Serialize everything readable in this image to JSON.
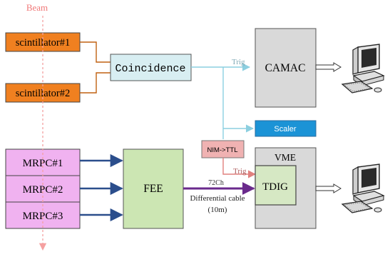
{
  "beam": {
    "label": "Beam"
  },
  "scintillators": [
    {
      "label": "scintillator#1"
    },
    {
      "label": "scintillator#2"
    }
  ],
  "coincidence": {
    "label": "Coincidence"
  },
  "camac": {
    "label": "CAMAC"
  },
  "scaler": {
    "label": "Scaler"
  },
  "nim_ttl": {
    "label": "NIM->TTL"
  },
  "vme": {
    "label": "VME"
  },
  "tdig": {
    "label": "TDIG"
  },
  "fee": {
    "label": "FEE"
  },
  "mrpcs": [
    {
      "label": "MRPC#1"
    },
    {
      "label": "MRPC#2"
    },
    {
      "label": "MRPC#3"
    }
  ],
  "trig_top": {
    "label": "Trig"
  },
  "trig_bottom": {
    "label": "Trig"
  },
  "cable": {
    "channels": "72Ch",
    "name": "Differential cable",
    "length": "(10m)"
  },
  "colors": {
    "scintillator": "#f08020",
    "coincidence": "#d8eef2",
    "grey_box": "#d9d9d9",
    "scaler": "#1b93d6",
    "nim_ttl": "#f0b2b2",
    "tdig": "#d6e8c4",
    "fee": "#cce6b3",
    "mrpc": "#f0b2f0",
    "trig_line": "#8ccfe0",
    "nim_line": "#e0807e",
    "arrow_blue": "#2b4e8c",
    "cable": "#6a2a8c",
    "beam": "#f08080"
  }
}
